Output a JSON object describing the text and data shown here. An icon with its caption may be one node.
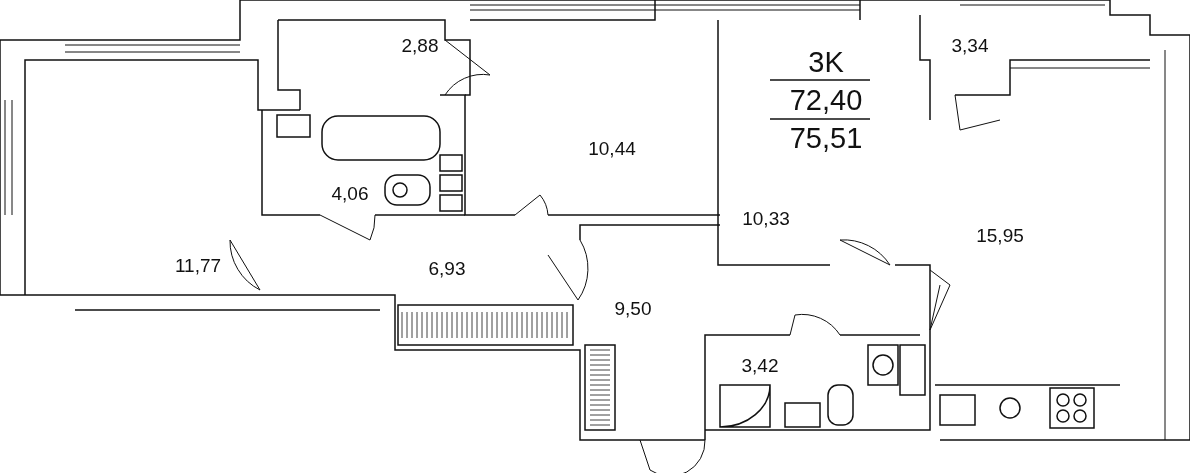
{
  "diagram": {
    "labels": [
      "2,88",
      "3K",
      "3,34",
      "72,40",
      "75,51",
      "10,44",
      "4,06",
      "10,33",
      "15,95",
      "11,77",
      "6,93",
      "9,50",
      "3,42"
    ]
  }
}
